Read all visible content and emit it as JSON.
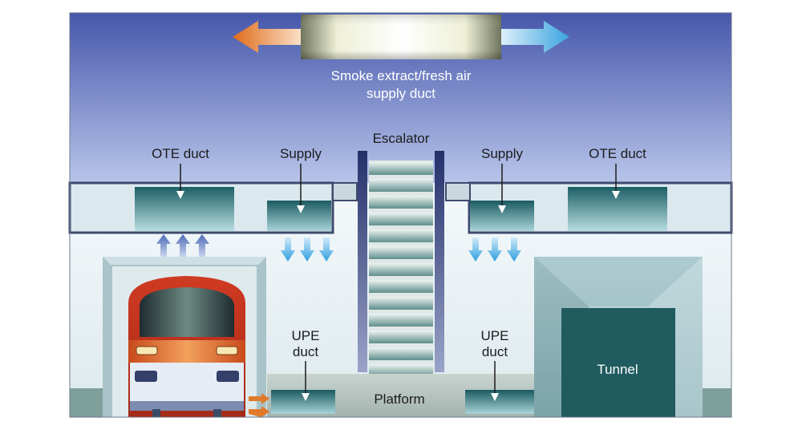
{
  "labels": {
    "smoke_duct_line1": "Smoke extract/fresh air",
    "smoke_duct_line2": "supply duct",
    "escalator": "Escalator",
    "ote_left": "OTE duct",
    "ote_right": "OTE duct",
    "supply_left": "Supply",
    "supply_right": "Supply",
    "upe_left_line1": "UPE",
    "upe_left_line2": "duct",
    "upe_right_line1": "UPE",
    "upe_right_line2": "duct",
    "tunnel": "Tunnel",
    "platform": "Platform"
  },
  "colors": {
    "sky_top": "#4a5cae",
    "sky_bottom": "#b3c1e8",
    "duct_teal": "#1f6a72",
    "exhaust_arrow": "#e07a2a",
    "supply_arrow": "#3aa9e6",
    "exhaust_up_arrow": "#5a78b8",
    "train_red": "#c83a25",
    "tunnel_dark": "#1f5a5e"
  }
}
